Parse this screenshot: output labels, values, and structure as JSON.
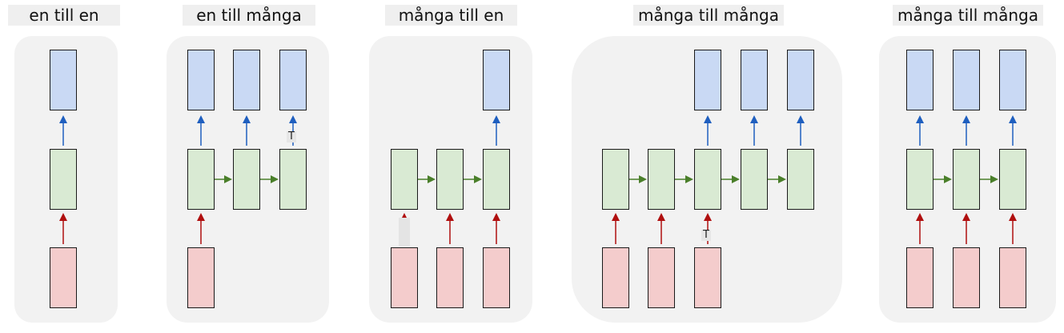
{
  "panels": [
    {
      "title": "en till en"
    },
    {
      "title": "en till många"
    },
    {
      "title": "många till en"
    },
    {
      "title": "många till många"
    },
    {
      "title": "många till många"
    }
  ],
  "glyphs": {
    "p2": "T",
    "p4": "T"
  },
  "colors": {
    "panel_bg": "#f2f2f2",
    "label_bg": "#efefef",
    "output_box": "#c9d9f4",
    "hidden_box": "#d9ead3",
    "input_box": "#f4cccc",
    "output_arrow": "#1f5fbf",
    "recurrent_arrow": "#4a7f2a",
    "input_arrow": "#b01010"
  }
}
